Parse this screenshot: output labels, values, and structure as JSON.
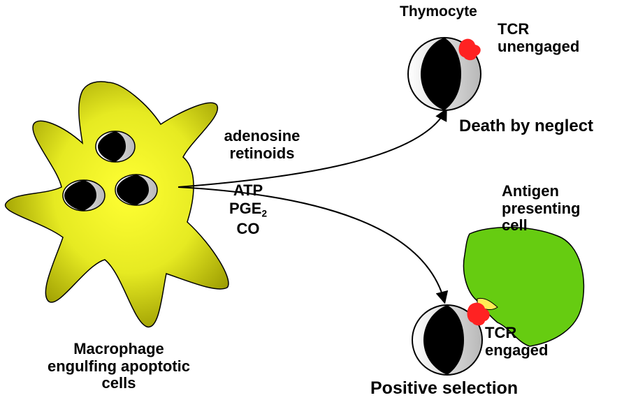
{
  "colors": {
    "macrophage_light": "#ffff33",
    "macrophage_dark": "#999900",
    "apc_green": "#66cc11",
    "tcr_red": "#ff2222",
    "nucleus": "#000000",
    "cell_shade": "#9a9a9a",
    "background": "#ffffff"
  },
  "macrophage": {
    "label_lines": [
      "Macrophage",
      "engulfing apoptotic",
      "cells"
    ]
  },
  "signals": {
    "upper": [
      "adenosine",
      "retinoids"
    ],
    "lower": {
      "atp": "ATP",
      "pge_base": "PGE",
      "pge_sub": "2",
      "co": "CO"
    }
  },
  "thymocyte_top": {
    "label": "Thymocyte",
    "tcr_lines": [
      "TCR",
      "unengaged"
    ],
    "outcome": "Death by neglect"
  },
  "thymocyte_bottom": {
    "apc_lines": [
      "Antigen",
      "presenting",
      "cell"
    ],
    "tcr_lines": [
      "TCR",
      "engaged"
    ],
    "outcome": "Positive selection"
  }
}
